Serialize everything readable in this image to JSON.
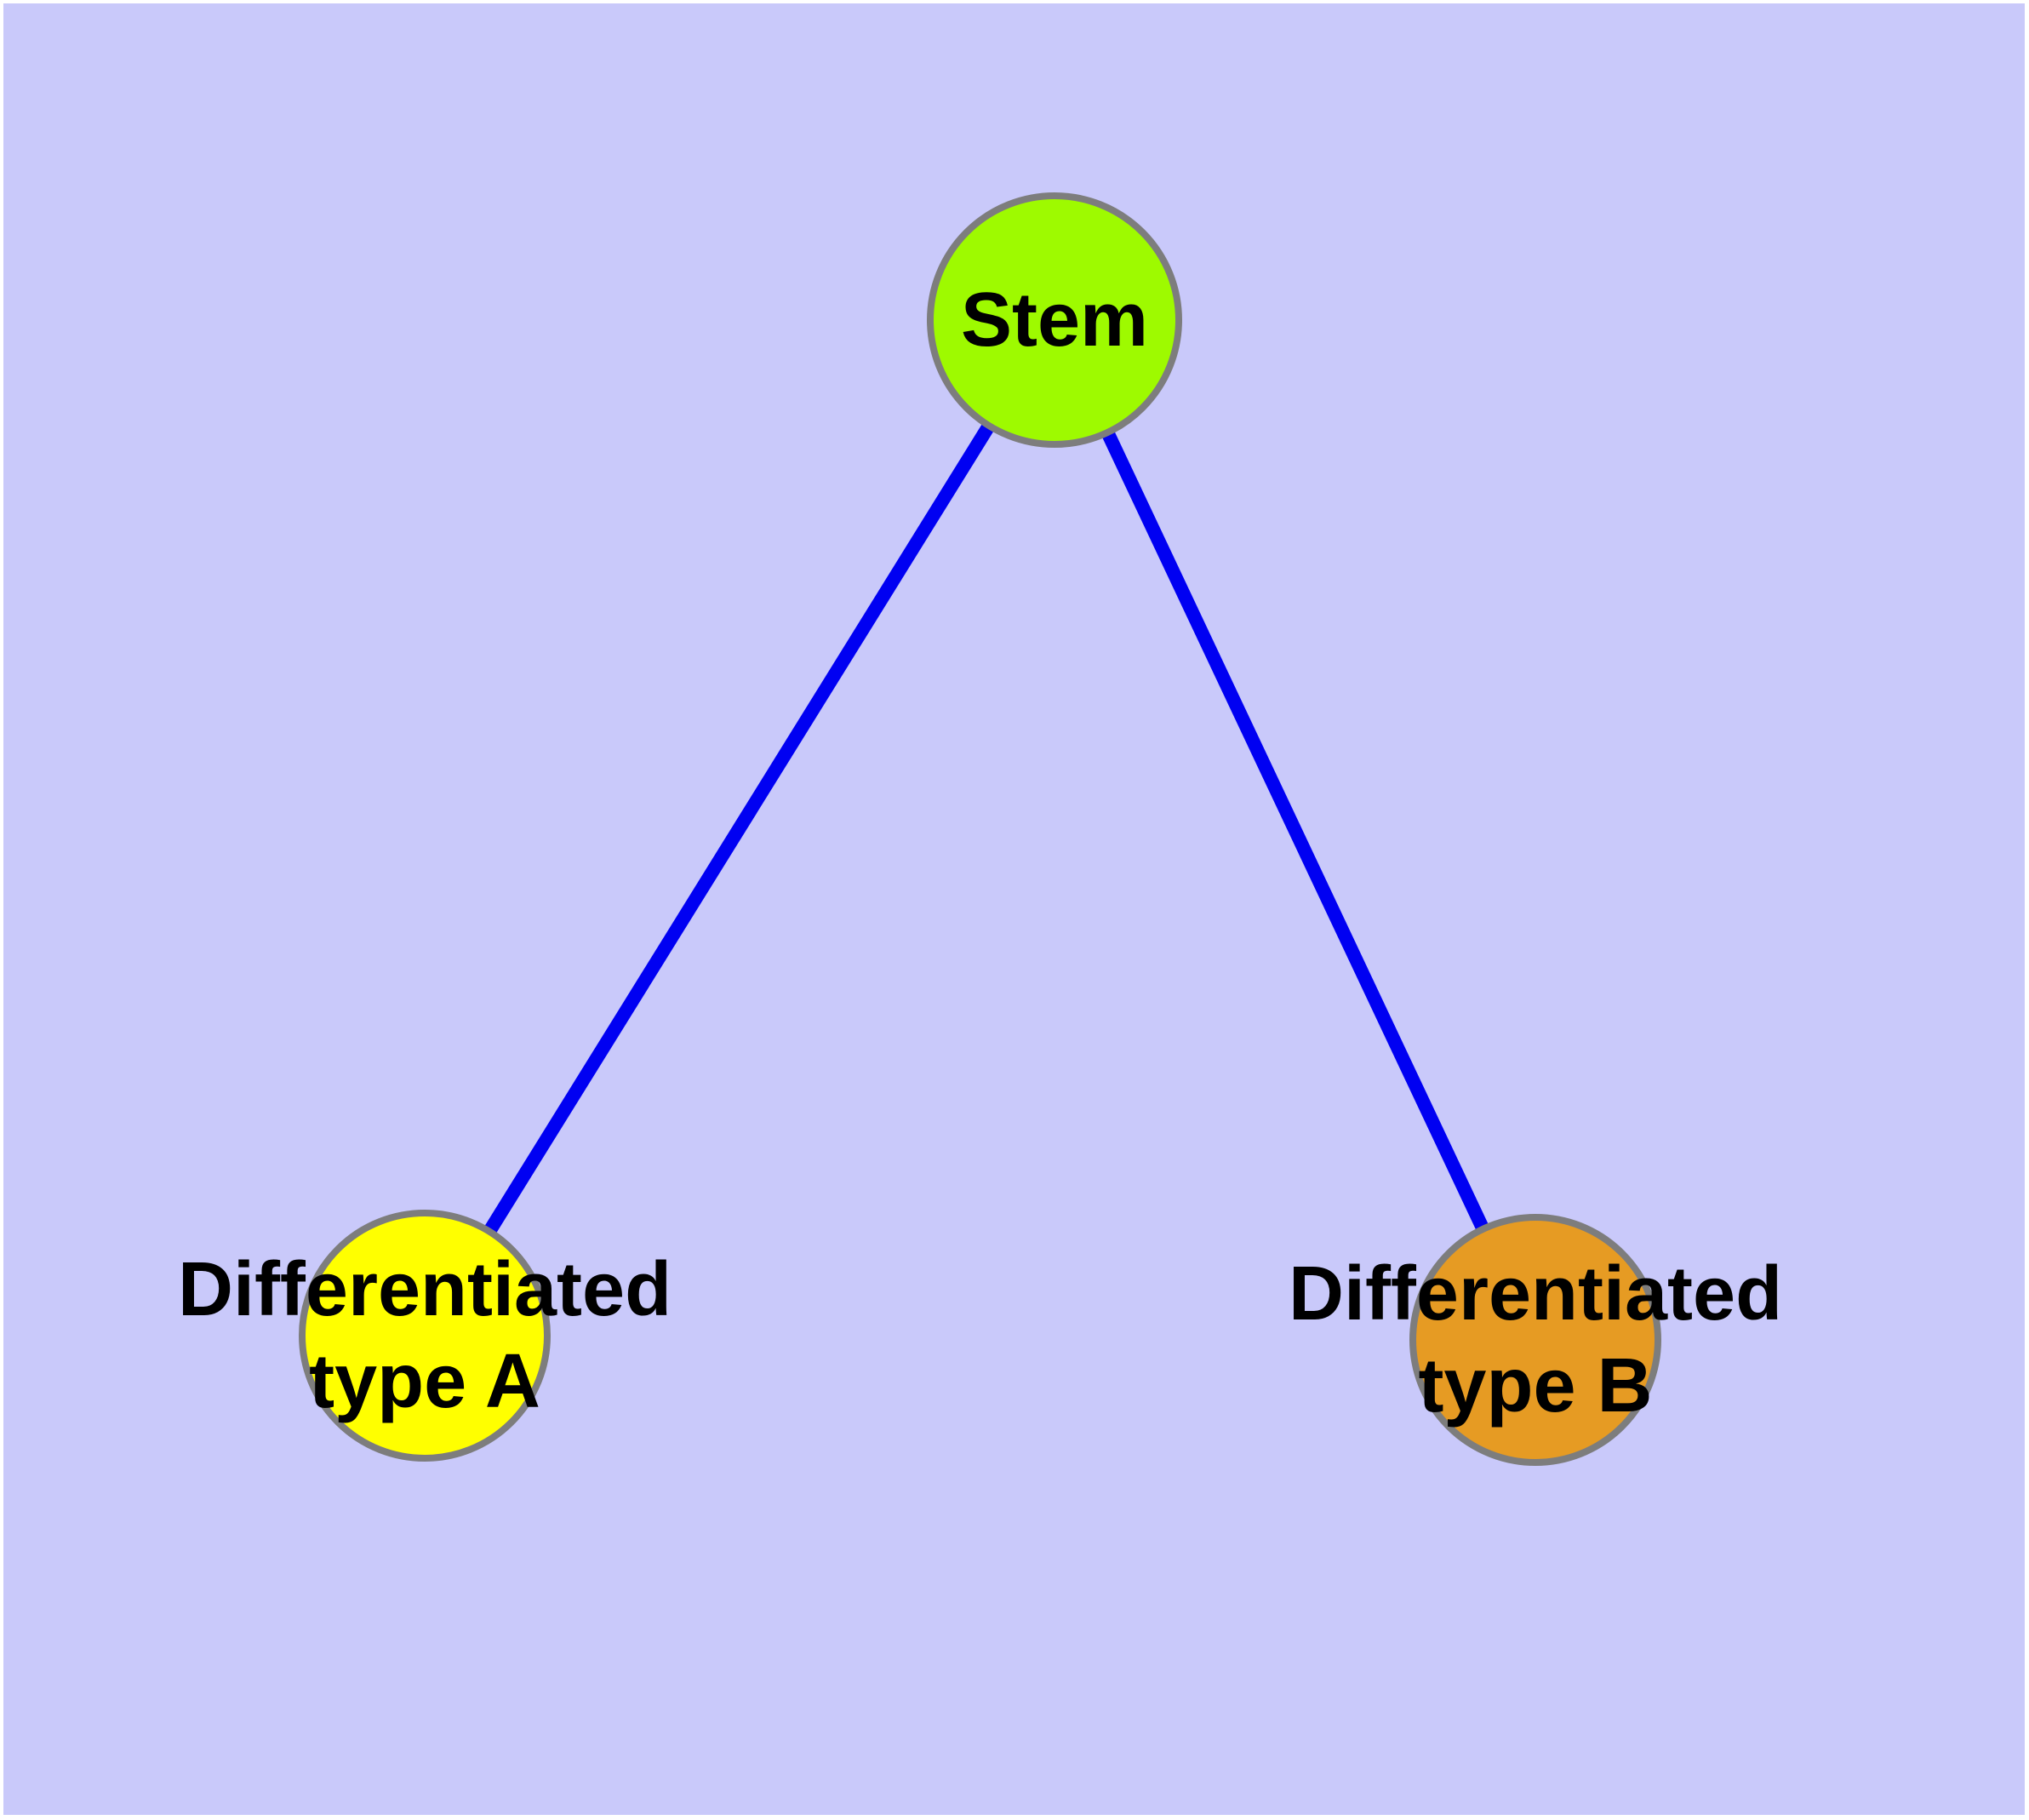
{
  "diagram": {
    "type": "node-link-graph",
    "frame_color": "#ffffff",
    "background_color": "#c9c9fa",
    "edge_color": "#0000f2",
    "node_border_color": "#7d7d7d",
    "label_color": "#000000",
    "nodes": [
      {
        "id": "stem",
        "label": "Stem",
        "line1": "Stem",
        "line2": "",
        "color": "#9efa00"
      },
      {
        "id": "differentiated-type-a",
        "label": "Differentiated type A",
        "line1": "Differentiated",
        "line2": "type A",
        "color": "#ffff00"
      },
      {
        "id": "differentiated-type-b",
        "label": "Differentiated type B",
        "line1": "Differentiated",
        "line2": "type B",
        "color": "#e69b23"
      }
    ],
    "edges": [
      {
        "from": "Stem",
        "to": "Differentiated type A"
      },
      {
        "from": "Stem",
        "to": "Differentiated type B"
      }
    ]
  }
}
